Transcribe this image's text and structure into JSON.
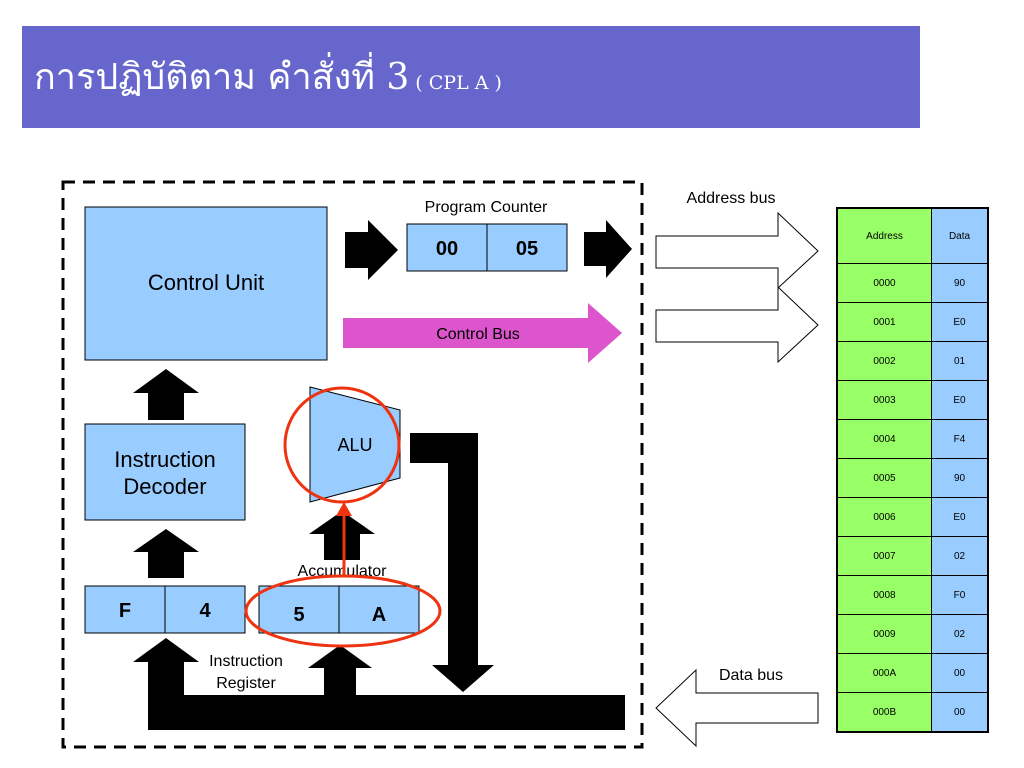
{
  "slide": {
    "title": "การปฏิบัติตาม คำสั่งที่ 3",
    "subtitle": "( CPL A )"
  },
  "cpu": {
    "control_unit": "Control Unit",
    "instruction_decoder_line1": "Instruction",
    "instruction_decoder_line2": "Decoder",
    "alu": "ALU",
    "program_counter_label": "Program Counter",
    "program_counter_high": "00",
    "program_counter_low": "05",
    "control_bus": "Control Bus",
    "accumulator_label": "Accumulator",
    "accumulator_high": "5",
    "accumulator_low": "A",
    "instruction_register_line1": "Instruction",
    "instruction_register_line2": "Register",
    "instruction_register_high": "F",
    "instruction_register_low": "4"
  },
  "buses": {
    "address_bus": "Address bus",
    "data_bus": "Data bus"
  },
  "memory": {
    "headers": [
      "Address",
      "Data"
    ],
    "rows": [
      {
        "address": "0000",
        "data": "90"
      },
      {
        "address": "0001",
        "data": "E0"
      },
      {
        "address": "0002",
        "data": "01"
      },
      {
        "address": "0003",
        "data": "E0"
      },
      {
        "address": "0004",
        "data": "F4"
      },
      {
        "address": "0005",
        "data": "90"
      },
      {
        "address": "0006",
        "data": "E0"
      },
      {
        "address": "0007",
        "data": "02"
      },
      {
        "address": "0008",
        "data": "F0"
      },
      {
        "address": "0009",
        "data": "02"
      },
      {
        "address": "000A",
        "data": "00"
      },
      {
        "address": "000B",
        "data": "00"
      }
    ]
  },
  "colors": {
    "title_background": "#6666cc",
    "box_fill": "#99ccff",
    "control_bus": "#dd55cc",
    "highlight": "#ee3311",
    "address_column": "#99ff66",
    "data_column": "#99ccff"
  }
}
